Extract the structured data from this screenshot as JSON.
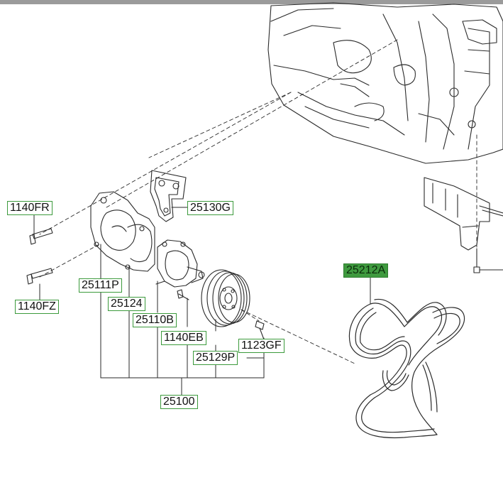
{
  "diagram": {
    "colors": {
      "line": "#2a2a2a",
      "label_border": "#3c9a3c",
      "highlight": "#3f9a3f"
    },
    "labels": {
      "p1140FR": "1140FR",
      "p25130G": "25130G",
      "p25212A": "25212A",
      "p25111P": "25111P",
      "p1140FZ": "1140FZ",
      "p25124": "25124",
      "p25110B": "25110B",
      "p1140EB": "1140EB",
      "p1123GF": "1123GF",
      "p25129P": "25129P",
      "p25100": "25100"
    }
  }
}
